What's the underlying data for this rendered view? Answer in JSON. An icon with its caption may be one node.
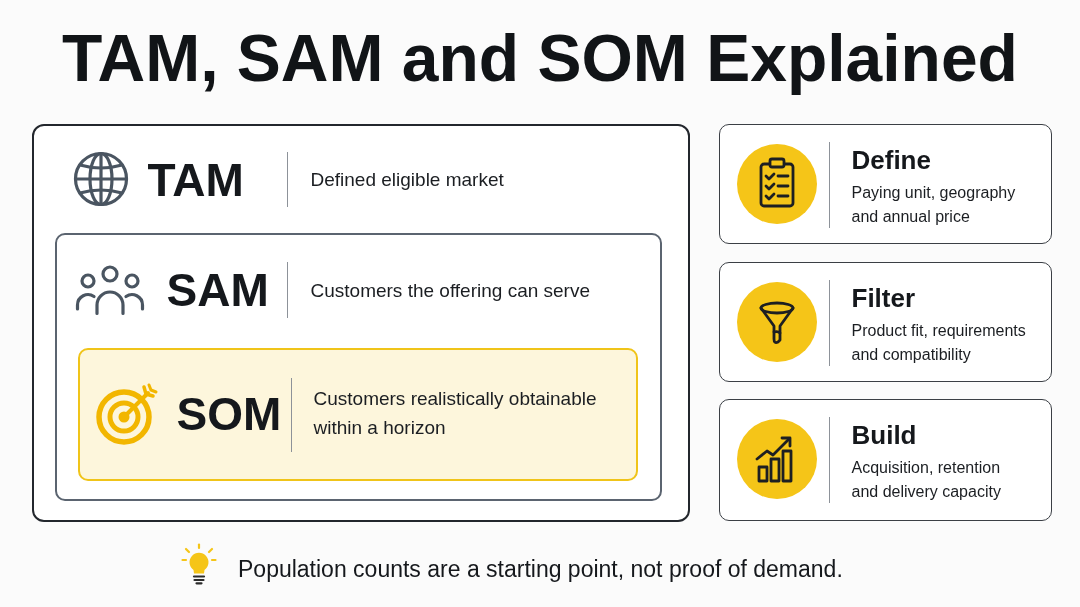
{
  "diagram": {
    "title": "TAM, SAM and SOM Explained",
    "nodes": [
      {
        "text": [
          "TAM",
          "Defined eligible market"
        ]
      },
      {
        "text": [
          "SAM",
          "Customers the offering can serve"
        ],
        "in": 0
      },
      {
        "text": [
          "SOM",
          "Customers realistically obtainable within a horizon"
        ],
        "in": 1
      },
      {
        "text": [
          "Define",
          "Paying unit, geography and annual price"
        ]
      },
      {
        "text": [
          "Filter",
          "Product fit, requirements and compatibility"
        ]
      },
      {
        "text": [
          "Build",
          "Acquisition, retention and delivery capacity"
        ]
      }
    ],
    "labels": [
      "Population counts are a starting point, not proof of demand."
    ]
  }
}
